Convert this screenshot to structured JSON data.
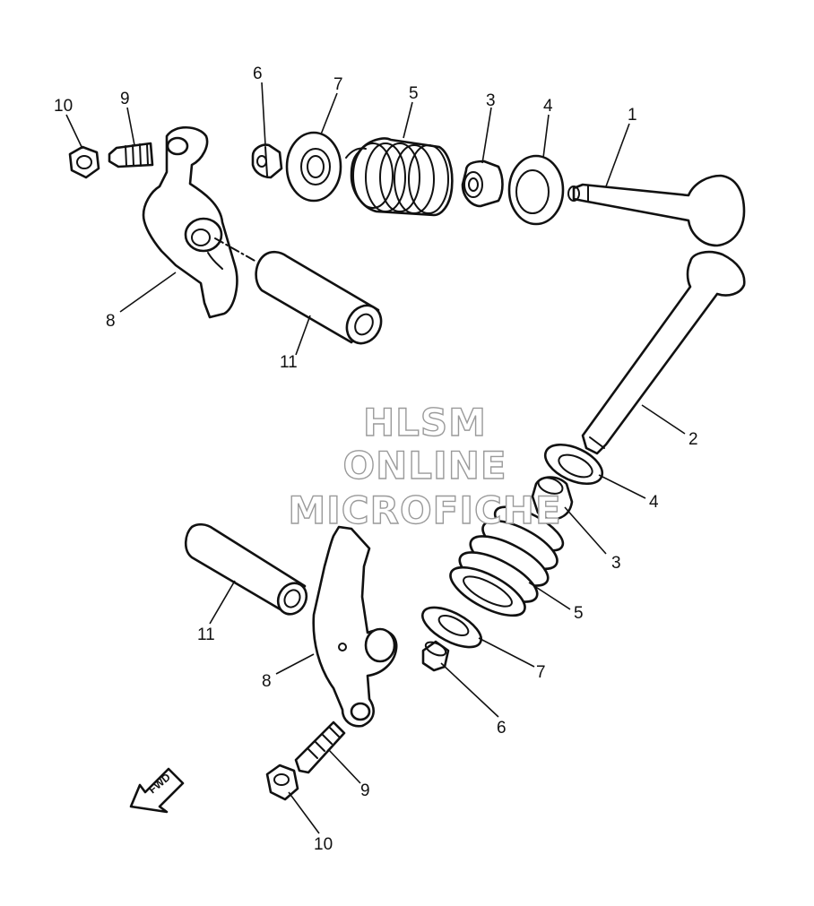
{
  "callouts": [
    {
      "id": "c1",
      "label": "1"
    },
    {
      "id": "c2",
      "label": "2"
    },
    {
      "id": "c3a",
      "label": "3"
    },
    {
      "id": "c4a",
      "label": "4"
    },
    {
      "id": "c5a",
      "label": "5"
    },
    {
      "id": "c6a",
      "label": "6"
    },
    {
      "id": "c7a",
      "label": "7"
    },
    {
      "id": "c8a",
      "label": "8"
    },
    {
      "id": "c9a",
      "label": "9"
    },
    {
      "id": "c10a",
      "label": "10"
    },
    {
      "id": "c11a",
      "label": "11"
    },
    {
      "id": "c3b",
      "label": "3"
    },
    {
      "id": "c4b",
      "label": "4"
    },
    {
      "id": "c5b",
      "label": "5"
    },
    {
      "id": "c6b",
      "label": "6"
    },
    {
      "id": "c7b",
      "label": "7"
    },
    {
      "id": "c8b",
      "label": "8"
    },
    {
      "id": "c9b",
      "label": "9"
    },
    {
      "id": "c10b",
      "label": "10"
    },
    {
      "id": "c11b",
      "label": "11"
    }
  ],
  "watermark": {
    "line1": "HLSM",
    "line2": "ONLINE",
    "line3": "MICROFICHE"
  },
  "fwd_label": "FWD"
}
